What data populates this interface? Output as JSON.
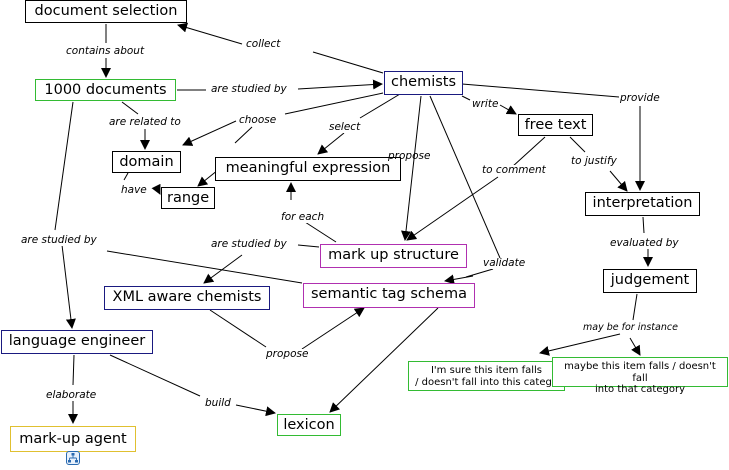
{
  "diagram": {
    "type": "concept-map",
    "nodes": [
      {
        "id": "document_selection",
        "label": "document selection",
        "color": "#000000"
      },
      {
        "id": "docs1000",
        "label": "1000 documents",
        "color": "#33bb33"
      },
      {
        "id": "chemists",
        "label": "chemists",
        "color": "#1a1a80"
      },
      {
        "id": "free_text",
        "label": "free text",
        "color": "#000000"
      },
      {
        "id": "domain",
        "label": "domain",
        "color": "#000000"
      },
      {
        "id": "meaningful_expression",
        "label": "meaningful expression",
        "color": "#000000"
      },
      {
        "id": "range",
        "label": "range",
        "color": "#000000"
      },
      {
        "id": "interpretation",
        "label": "interpretation",
        "color": "#000000"
      },
      {
        "id": "mark_up_structure",
        "label": "mark up structure",
        "color": "#b030b0"
      },
      {
        "id": "xml_aware_chemists",
        "label": "XML aware chemists",
        "color": "#1a1a80"
      },
      {
        "id": "semantic_tag_schema",
        "label": "semantic tag schema",
        "color": "#b030b0"
      },
      {
        "id": "judgement",
        "label": "judgement",
        "color": "#000000"
      },
      {
        "id": "language_engineer",
        "label": "language engineer",
        "color": "#1a1a80"
      },
      {
        "id": "sure_item",
        "label": "I'm sure this item falls / doesn't fall into this catego",
        "color": "#33bb33"
      },
      {
        "id": "maybe_item",
        "label": "maybe this item falls / doesn't fall into that category",
        "color": "#33bb33"
      },
      {
        "id": "markup_agent",
        "label": "mark-up agent",
        "color": "#e0c030"
      },
      {
        "id": "lexicon",
        "label": "lexicon",
        "color": "#33bb33"
      }
    ],
    "edges": [
      {
        "label": "contains about",
        "from": "document_selection",
        "to": "docs1000"
      },
      {
        "label": "collect",
        "from": "chemists",
        "to": "document_selection"
      },
      {
        "label": "are studied by",
        "from": "docs1000",
        "to": "chemists"
      },
      {
        "label": "are related to",
        "from": "docs1000",
        "to": "domain"
      },
      {
        "label": "choose",
        "from": "chemists",
        "to": [
          "domain",
          "range"
        ]
      },
      {
        "label": "select",
        "from": "chemists",
        "to": "meaningful_expression"
      },
      {
        "label": "have",
        "from": "domain",
        "to": "range"
      },
      {
        "label": "propose",
        "from": "chemists",
        "to": "mark_up_structure"
      },
      {
        "label": "write",
        "from": "chemists",
        "to": "free_text"
      },
      {
        "label": "provide",
        "from": "chemists",
        "to": "interpretation"
      },
      {
        "label": "to comment",
        "from": "free_text",
        "to": "mark_up_structure"
      },
      {
        "label": "to justify",
        "from": "free_text",
        "to": "interpretation"
      },
      {
        "label": "for each",
        "from": "mark_up_structure",
        "to": "meaningful_expression"
      },
      {
        "label": "are studied by",
        "from": "mark_up_structure",
        "to": "xml_aware_chemists"
      },
      {
        "label": "validate",
        "from": "chemists",
        "to": "semantic_tag_schema"
      },
      {
        "label": "are studied by",
        "from": "docs1000",
        "to": "language_engineer"
      },
      {
        "label": "propose",
        "from": "xml_aware_chemists",
        "to": "semantic_tag_schema"
      },
      {
        "label": "evaluated by",
        "from": "interpretation",
        "to": "judgement"
      },
      {
        "label": "may be for instance",
        "from": "judgement",
        "to": [
          "sure_item",
          "maybe_item"
        ]
      },
      {
        "label": "elaborate",
        "from": "language_engineer",
        "to": "markup_agent"
      },
      {
        "label": "build",
        "from": "language_engineer",
        "to": "lexicon"
      }
    ],
    "icons": [
      {
        "name": "hierarchy-resource-icon",
        "attached_to": "markup_agent"
      }
    ]
  }
}
